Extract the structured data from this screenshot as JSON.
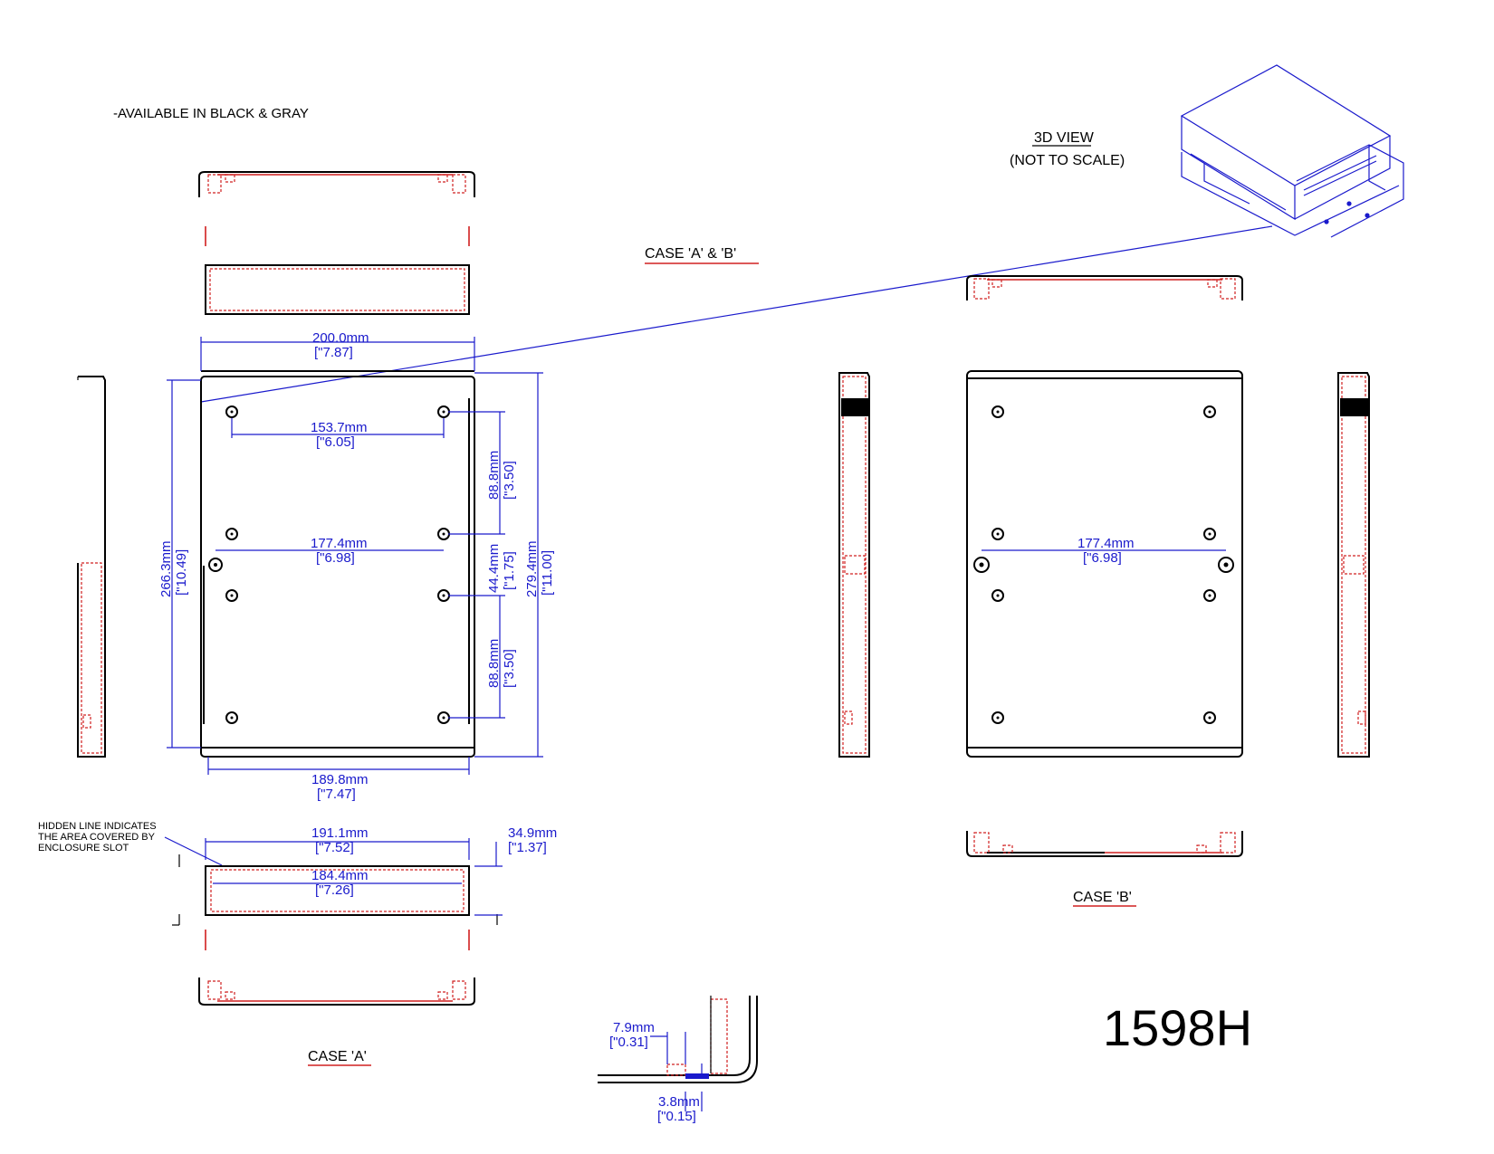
{
  "notes": {
    "availability": "-AVAILABLE IN BLACK & GRAY",
    "hidden_line": [
      "HIDDEN LINE INDICATES",
      "THE AREA COVERED BY",
      "ENCLOSURE SLOT"
    ],
    "view3d_title": "3D VIEW",
    "view3d_sub": "(NOT TO SCALE)",
    "case_ab": "CASE 'A' & 'B'",
    "case_a": "CASE 'A'",
    "case_b": "CASE 'B'",
    "part_number": "1598H"
  },
  "dims": {
    "w_overall_mm": "200.0mm",
    "w_overall_in": "[\"7.87]",
    "hole_span_mm": "153.7mm",
    "hole_span_in": "[\"6.05]",
    "mid_span_mm": "177.4mm",
    "mid_span_in": "[\"6.98]",
    "bottom_w_mm": "189.8mm",
    "bottom_w_in": "[\"7.47]",
    "slot_w_mm": "191.1mm",
    "slot_w_in": "[\"7.52]",
    "inner_w_mm": "184.4mm",
    "inner_w_in": "[\"7.26]",
    "height_mm": "34.9mm",
    "height_in": "[\"1.37]",
    "len_inner_mm": "266.3mm",
    "len_inner_in": "[\"10.49]",
    "len_overall_mm": "279.4mm",
    "len_overall_in": "[\"11.00]",
    "v_spacing1_mm": "88.8mm",
    "v_spacing1_in": "[\"3.50]",
    "v_mid_mm": "44.4mm",
    "v_mid_in": "[\"1.75]",
    "v_spacing2_mm": "88.8mm",
    "v_spacing2_in": "[\"3.50]",
    "detail_a_mm": "7.9mm",
    "detail_a_in": "[\"0.31]",
    "detail_b_mm": "3.8mm",
    "detail_b_in": "[\"0.15]",
    "case_b_span_mm": "177.4mm",
    "case_b_span_in": "[\"6.98]"
  },
  "colors": {
    "dimension": "#1a1acc",
    "hidden": "#d02020",
    "outline": "#000000"
  }
}
